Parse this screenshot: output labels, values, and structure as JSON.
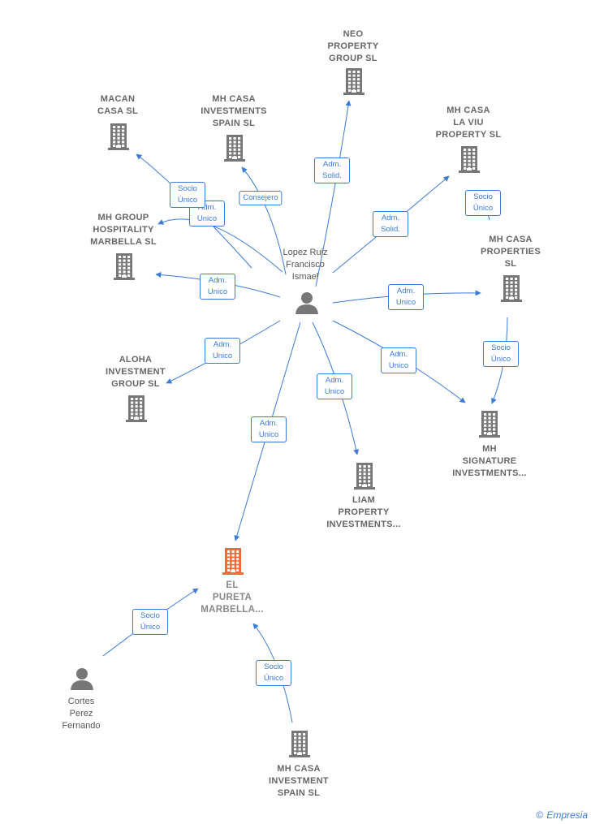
{
  "colors": {
    "edge": "#3a7bd5",
    "company": "#777777",
    "focus": "#f26a35",
    "person": "#777777"
  },
  "nodes": [
    {
      "id": "neo",
      "kind": "company",
      "label": "NEO\nPROPERTY\nGROUP  SL"
    },
    {
      "id": "macan",
      "kind": "company",
      "label": "MACAN\nCASA  SL"
    },
    {
      "id": "mhcasa_inv",
      "kind": "company",
      "label": "MH CASA\nINVESTMENTS\nSPAIN  SL"
    },
    {
      "id": "laviu",
      "kind": "company",
      "label": "MH CASA\nLA VIU\nPROPERTY  SL"
    },
    {
      "id": "hospitality",
      "kind": "company",
      "label": "MH GROUP\nHOSPITALITY\nMARBELLA  SL"
    },
    {
      "id": "properties",
      "kind": "company",
      "label": "MH CASA\nPROPERTIES\nSL"
    },
    {
      "id": "lopez",
      "kind": "person",
      "label": "Lopez Ruiz\nFrancisco\nIsmael"
    },
    {
      "id": "aloha",
      "kind": "company",
      "label": "ALOHA\nINVESTMENT\nGROUP  SL"
    },
    {
      "id": "signature",
      "kind": "company",
      "label": "MH\nSIGNATURE\nINVESTMENTS..."
    },
    {
      "id": "liam",
      "kind": "company",
      "label": "LIAM\nPROPERTY\nINVESTMENTS..."
    },
    {
      "id": "pureta",
      "kind": "focus",
      "label": "EL\nPURETA\nMARBELLA..."
    },
    {
      "id": "cortes",
      "kind": "person",
      "label": "Cortes\nPerez\nFernando"
    },
    {
      "id": "investment_spain",
      "kind": "company",
      "label": "MH CASA\nINVESTMENT\nSPAIN  SL"
    }
  ],
  "edges": [
    {
      "from": "lopez",
      "to": "neo",
      "label": "Adm.\nSolid."
    },
    {
      "from": "lopez",
      "to": "laviu",
      "label": "Adm.\nSolid."
    },
    {
      "from": "lopez",
      "to": "mhcasa_inv",
      "label": "Consejero"
    },
    {
      "from": "lopez",
      "to": "hospitality",
      "label": "Adm.\nUnico"
    },
    {
      "from": "lopez",
      "to": "macan",
      "label": "Socio\nÚnico"
    },
    {
      "from": "lopez",
      "to": "properties",
      "label": "Adm.\nUnico"
    },
    {
      "from": "lopez",
      "to": "aloha",
      "label": "Adm.\nUnico"
    },
    {
      "from": "lopez",
      "to": "signature",
      "label": "Adm.\nUnico"
    },
    {
      "from": "lopez",
      "to": "liam",
      "label": "Adm.\nUnico"
    },
    {
      "from": "lopez",
      "to": "pureta",
      "label": "Adm.\nUnico"
    },
    {
      "from": "lopez",
      "to": "hospitality",
      "label": "Adm.\nUnico"
    },
    {
      "from": "properties",
      "to": "laviu",
      "label": "Socio\nÚnico"
    },
    {
      "from": "properties",
      "to": "signature",
      "label": "Socio\nÚnico"
    },
    {
      "from": "cortes",
      "to": "pureta",
      "label": "Socio\nÚnico"
    },
    {
      "from": "investment_spain",
      "to": "pureta",
      "label": "Socio\nÚnico"
    }
  ],
  "footer": {
    "copyright": "©",
    "brand": "Empresia"
  }
}
